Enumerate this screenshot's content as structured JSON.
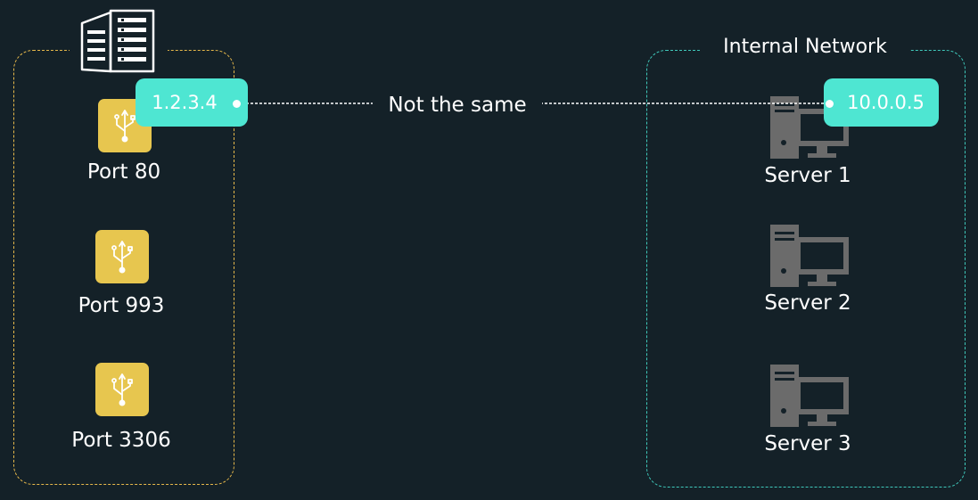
{
  "router": {
    "icon": "server-rack-icon",
    "public_ip": "1.2.3.4",
    "border_color": "#e6b84a",
    "ports": [
      {
        "label": "Port 80",
        "icon": "usb-icon"
      },
      {
        "label": "Port 993",
        "icon": "usb-icon"
      },
      {
        "label": "Port 3306",
        "icon": "usb-icon"
      }
    ]
  },
  "connection": {
    "label": "Not the same"
  },
  "network": {
    "title": "Internal Network",
    "internal_ip": "10.0.0.5",
    "border_color": "#3fc9bb",
    "servers": [
      {
        "label": "Server 1",
        "icon": "desktop-computer-icon"
      },
      {
        "label": "Server 2",
        "icon": "desktop-computer-icon"
      },
      {
        "label": "Server 3",
        "icon": "desktop-computer-icon"
      }
    ]
  },
  "colors": {
    "background": "#142128",
    "port_fill": "#e7c64f",
    "ip_pill_fill": "#4ee6d2",
    "server_icon": "#6b6b6b"
  }
}
